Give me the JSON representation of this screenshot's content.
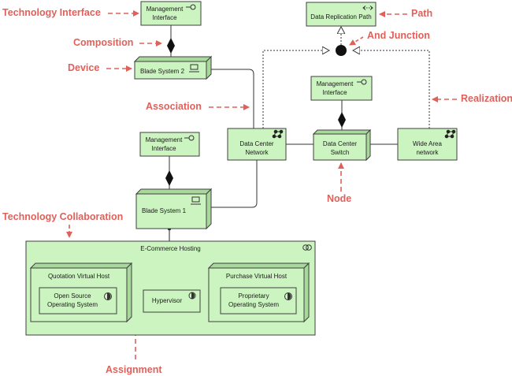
{
  "elements": {
    "mgmt_iface_top": "Management\nInterface",
    "blade_system_2": "Blade System 2",
    "mgmt_iface_mid": "Management\nInterface",
    "blade_system_1": "Blade System 1",
    "data_replication_path": "Data Replication Path",
    "mgmt_iface_right": "Management\nInterface",
    "data_center_network": "Data Center\nNetwork",
    "data_center_switch": "Data Center\nSwitch",
    "wide_area_network": "Wide Area\nnetwork",
    "ecommerce_hosting": "E-Commerce Hosting",
    "quotation_virtual_host": "Quotation Virtual Host",
    "open_source_os": "Open Source\nOperating System",
    "hypervisor": "Hypervisor",
    "purchase_virtual_host": "Purchase Virtual Host",
    "proprietary_os": "Proprietary\nOperating System"
  },
  "annotations": {
    "technology_interface": "Technology Interface",
    "composition": "Composition",
    "device": "Device",
    "association": "Association",
    "technology_collaboration": "Technology Collaboration",
    "assignment": "Assignment",
    "path": "Path",
    "and_junction": "And Junction",
    "realization": "Realization",
    "node": "Node"
  },
  "colors": {
    "element_fill": "#ccf4c0",
    "element_dark": "#a8d89c",
    "border": "#3f3f3f",
    "annotation": "#e0605a"
  }
}
